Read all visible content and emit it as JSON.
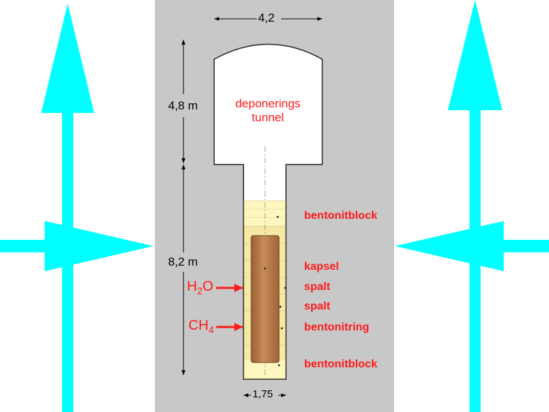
{
  "colors": {
    "background": "#ffffff",
    "panel": "#c8c8c8",
    "arrow": "#00ffff",
    "tunnel_fill": "#ffffff",
    "bentonite": "#fff7c0",
    "bentonite_ring": "#f6e9a6",
    "canister": "#b77a48",
    "label_red": "#ff1a1a",
    "dimension": "#000000"
  },
  "dimensions": {
    "tunnel_width": "4,2",
    "tunnel_height": "4,8 m",
    "hole_depth": "8,2 m",
    "hole_width": "1,75"
  },
  "labels": {
    "tunnel": [
      "deponerings",
      "tunnel"
    ],
    "bentonite_block_top": "bentonitblock",
    "canister": "kapsel",
    "gap_outer": "spalt",
    "gap_inner": "spalt",
    "bentonite_ring": "bentonitring",
    "bentonite_block_bottom": "bentonitblock"
  },
  "inflows": {
    "water": {
      "base": "H",
      "sub": "2",
      "suffix": "O"
    },
    "methane": {
      "base": "CH",
      "sub": "4",
      "suffix": ""
    }
  },
  "icons": [
    "upward-flow-arrow",
    "horizontal-flow-arrow"
  ]
}
